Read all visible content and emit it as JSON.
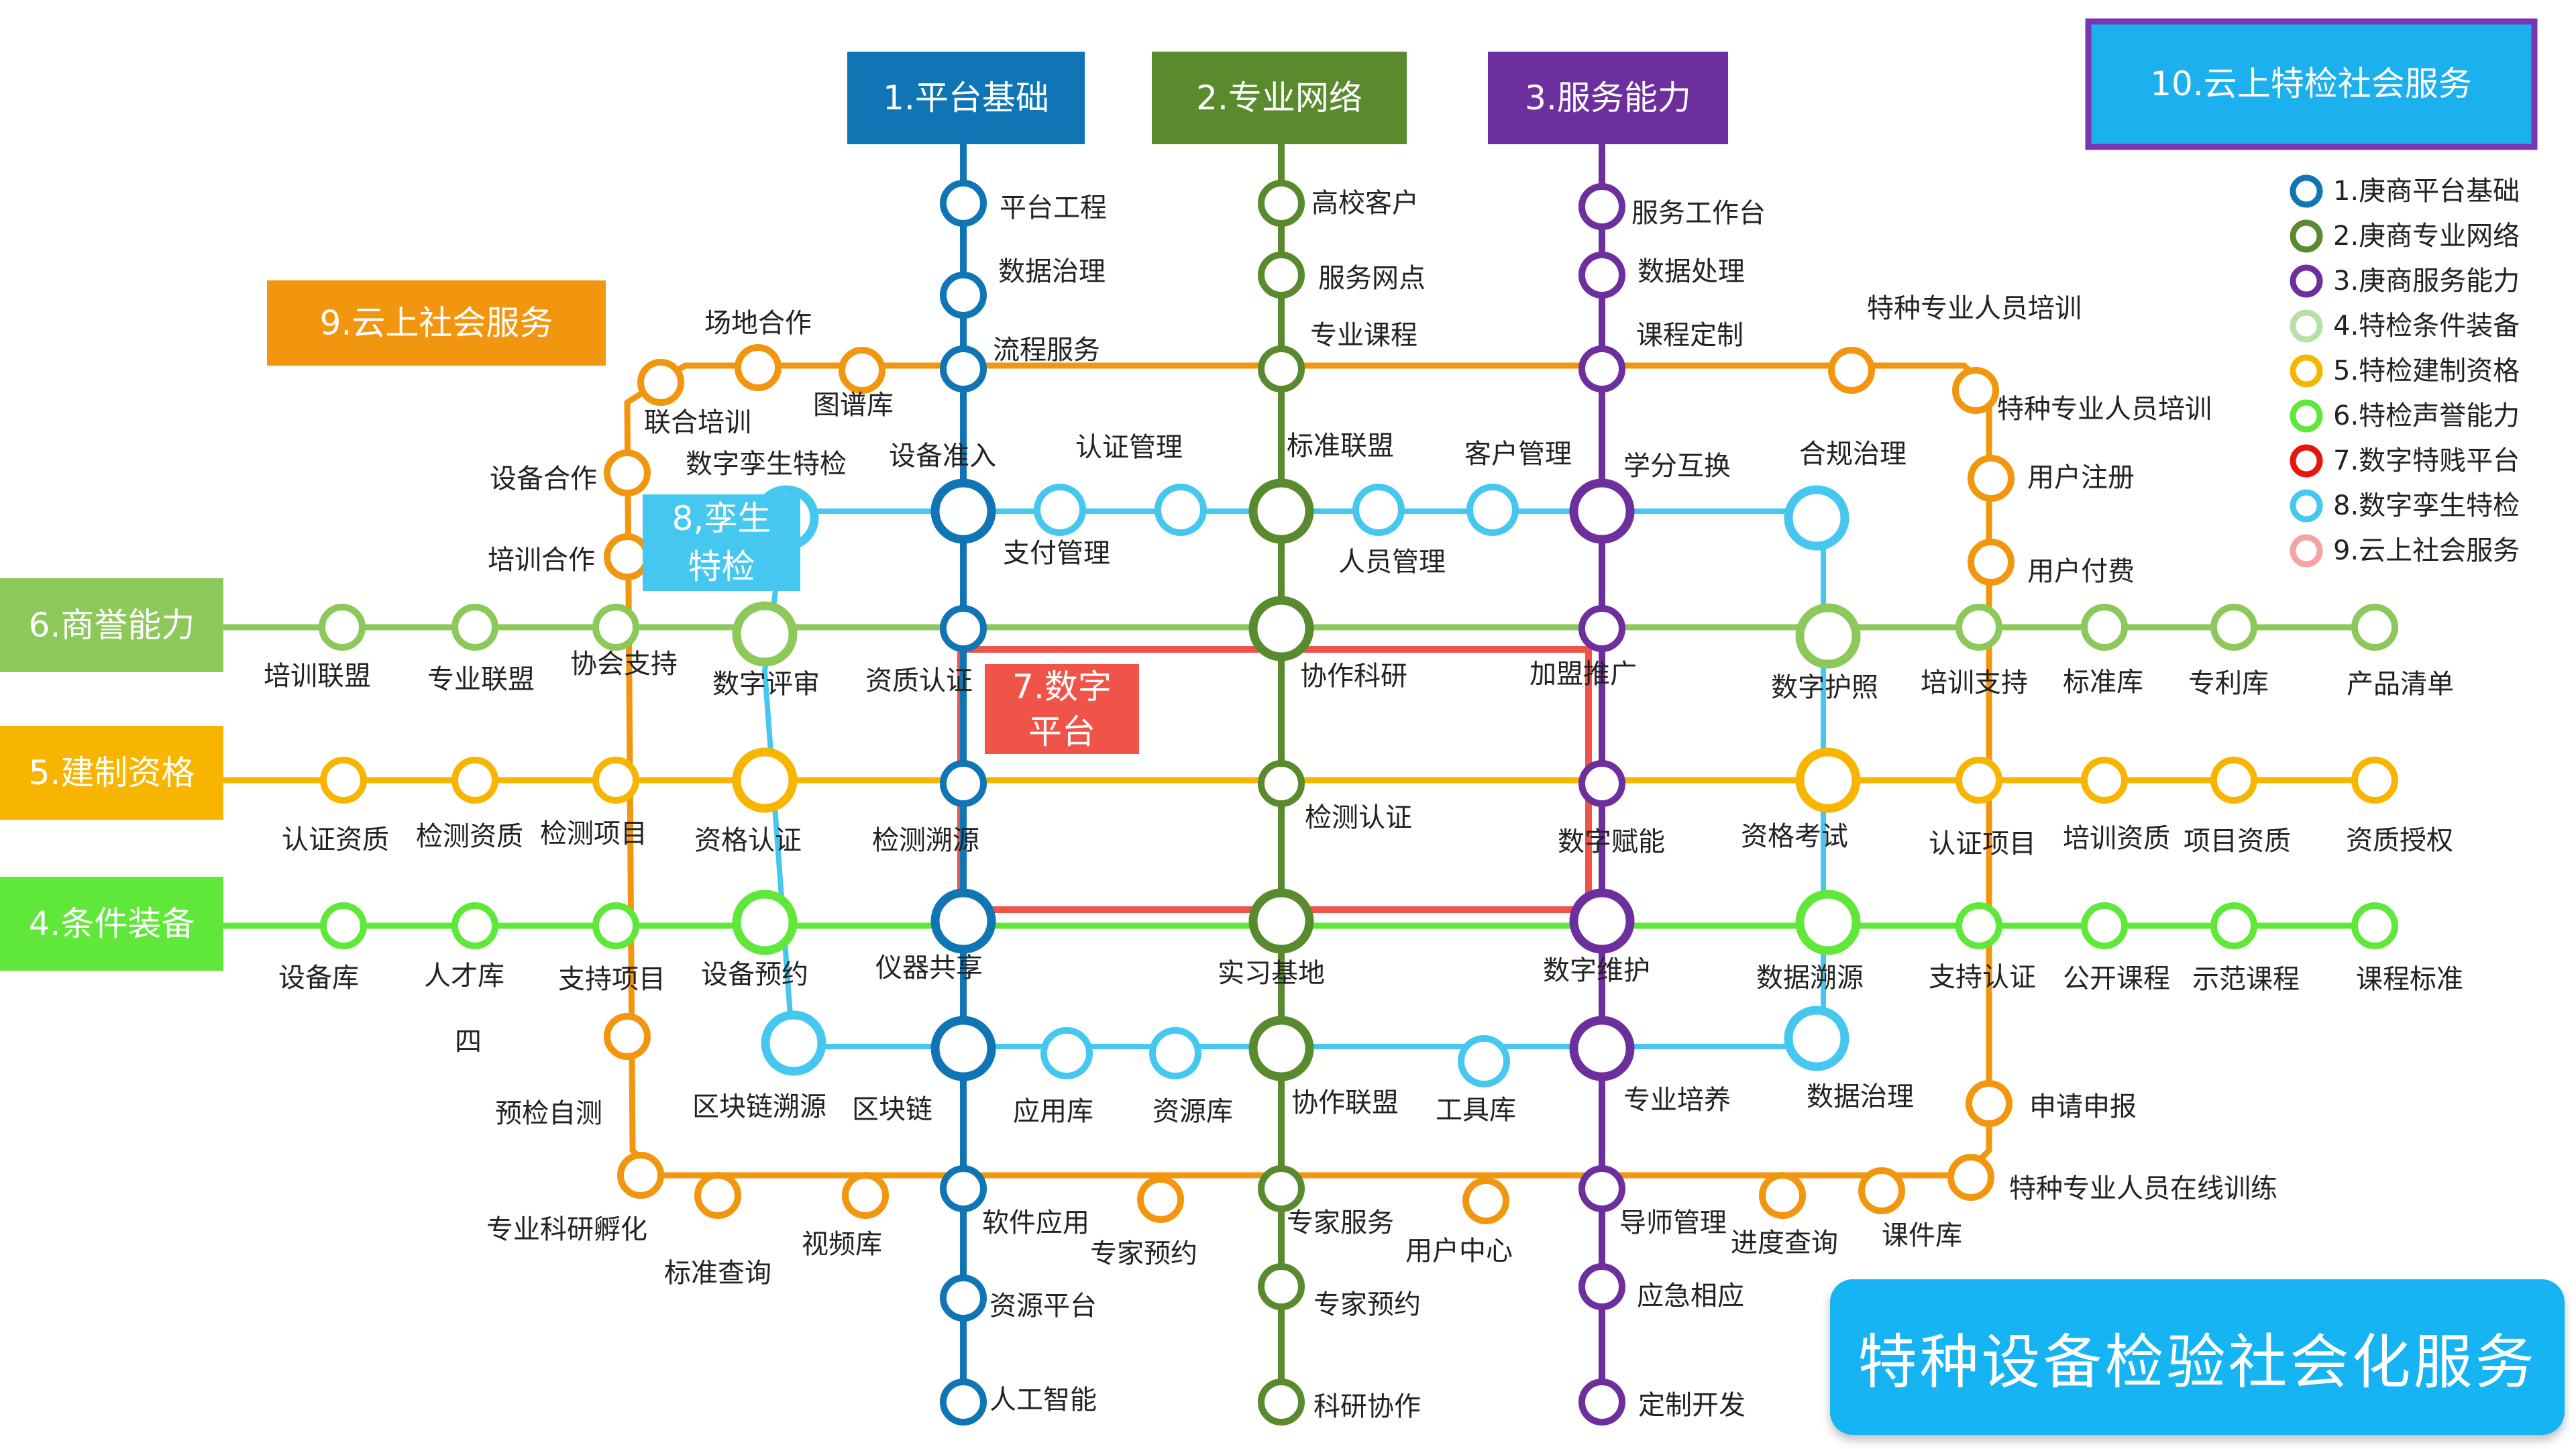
{
  "title": "特种设备检验社会化服务",
  "colors": {
    "l1": "#0f75b4",
    "l2": "#5a8a2e",
    "l3": "#6c2f9d",
    "l4": "#5fe83a",
    "l5": "#f7b500",
    "l6": "#8cc85a",
    "l7": "#f05348",
    "l8": "#45c7f0",
    "l9": "#f2960f",
    "l10": "#7a36b0"
  },
  "boxes": [
    {
      "id": "b1",
      "text": "1.平台基础",
      "fill": "#0f75b4"
    },
    {
      "id": "b2",
      "text": "2.专业网络",
      "fill": "#5a8a2e"
    },
    {
      "id": "b3",
      "text": "3.服务能力",
      "fill": "#6c2f9d"
    },
    {
      "id": "b6",
      "text": "6.商誉能力",
      "fill": "#8cc85a"
    },
    {
      "id": "b5",
      "text": "5.建制资格",
      "fill": "#f7b500"
    },
    {
      "id": "b4",
      "text": "4.条件装备",
      "fill": "#5fe83a"
    },
    {
      "id": "b9",
      "text": "9.云上社会服务",
      "fill": "#f2960f"
    },
    {
      "id": "b8a",
      "text": "8,孪生",
      "fill": "#45c7f0"
    },
    {
      "id": "b8b",
      "text": "特检",
      "fill": "#45c7f0"
    },
    {
      "id": "b7a",
      "text": "7.数字",
      "fill": "#f05348"
    },
    {
      "id": "b7b",
      "text": "平台",
      "fill": "#f05348"
    },
    {
      "id": "b10",
      "text": "10.云上特检社会服务",
      "fill": "#1cb0ee"
    }
  ],
  "legend": [
    {
      "label": "1.庚商平台基础",
      "color": "#0f75b4"
    },
    {
      "label": "2.庚商专业网络",
      "color": "#5a8a2e"
    },
    {
      "label": "3.庚商服务能力",
      "color": "#6c2f9d"
    },
    {
      "label": "4.特检条件装备",
      "color": "#b8e0a6"
    },
    {
      "label": "5.特检建制资格",
      "color": "#f7b500"
    },
    {
      "label": "6.特检声誉能力",
      "color": "#5fe83a"
    },
    {
      "label": "7.数字特贱平台",
      "color": "#e8140e"
    },
    {
      "label": "8.数字孪生特检",
      "color": "#45c7f0"
    },
    {
      "label": "9.云上社会服务",
      "color": "#f4a3a3"
    }
  ],
  "stations": {
    "l1": [
      "平台工程",
      "数据治理",
      "流程服务",
      "设备准入",
      "资质认证",
      "检测溯源",
      "仪器共享",
      "区块链",
      "软件应用",
      "资源平台",
      "人工智能"
    ],
    "l2": [
      "高校客户",
      "服务网点",
      "专业课程",
      "标准联盟",
      "协作科研",
      "检测认证",
      "实习基地",
      "协作联盟",
      "专家服务",
      "专家预约",
      "科研协作"
    ],
    "l3": [
      "服务工作台",
      "数据处理",
      "课程定制",
      "学分互换",
      "加盟推广",
      "数字赋能",
      "数字维护",
      "专业培养",
      "导师管理",
      "应急相应",
      "定制开发"
    ],
    "l6": [
      "培训联盟",
      "专业联盟",
      "协会支持",
      "数字评审",
      "数字护照",
      "培训支持",
      "标准库",
      "专利库",
      "产品清单"
    ],
    "l5": [
      "认证资质",
      "检测资质",
      "检测项目",
      "资格认证",
      "资格考试",
      "认证项目",
      "培训资质",
      "项目资质",
      "资质授权"
    ],
    "l4": [
      "设备库",
      "人才库",
      "支持项目",
      "设备预约",
      "数据溯源",
      "支持认证",
      "公开课程",
      "示范课程",
      "课程标准"
    ],
    "l8": [
      "数字孪生特检",
      "认证管理",
      "支付管理",
      "客户管理",
      "人员管理",
      "合规治理",
      "区块链溯源",
      "应用库",
      "资源库",
      "工具库",
      "数据治理"
    ],
    "l9": [
      "场地合作",
      "联合培训",
      "图谱库",
      "设备合作",
      "培训合作",
      "特种专业人员培训",
      "特种专业人员培训",
      "用户注册",
      "用户付费",
      "申请申报",
      "特种专业人员在线训练",
      "课件库",
      "进度查询",
      "用户中心",
      "专家预约",
      "视频库",
      "标准查询",
      "专业科研孵化",
      "预检自测"
    ],
    "misc": [
      "四"
    ]
  }
}
